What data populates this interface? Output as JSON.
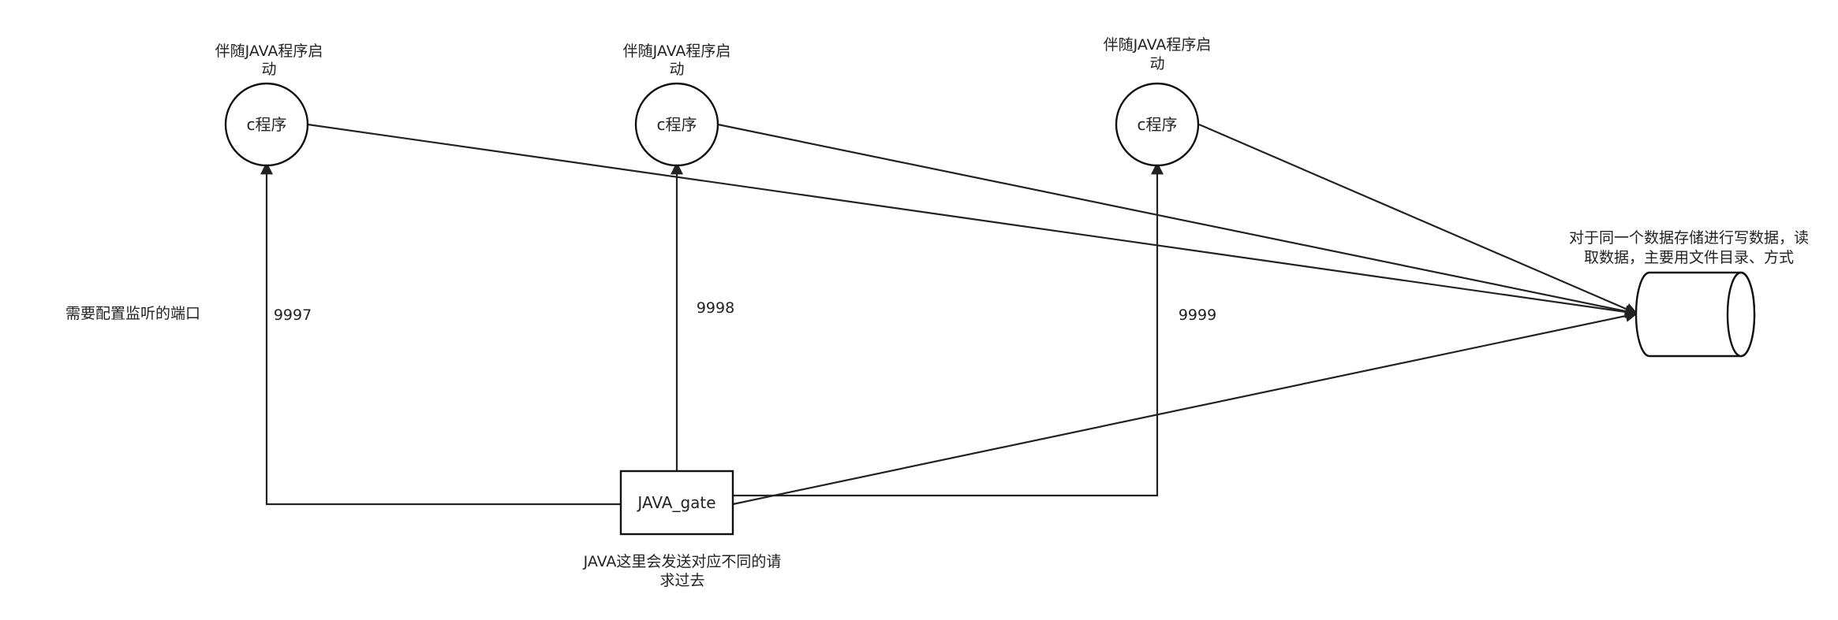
{
  "diagram": {
    "nodes": {
      "c_program_1": {
        "label": "c程序",
        "caption_line1": "伴随JAVA程序启",
        "caption_line2": "动"
      },
      "c_program_2": {
        "label": "c程序",
        "caption_line1": "伴随JAVA程序启",
        "caption_line2": "动"
      },
      "c_program_3": {
        "label": "c程序",
        "caption_line1": "伴随JAVA程序启",
        "caption_line2": "动"
      },
      "java_gate": {
        "label": "JAVA_gate",
        "caption_line1": "JAVA这里会发送对应不同的请",
        "caption_line2": "求过去"
      },
      "storage": {
        "caption_line1": "对于同一个数据存储进行写数据，读",
        "caption_line2": "取数据，主要用文件目录、方式"
      }
    },
    "edge_labels": {
      "port_1": "9997",
      "port_2": "9998",
      "port_3": "9999"
    },
    "notes": {
      "port_note": "需要配置监听的端口"
    },
    "colors": {
      "stroke": "#222222",
      "background": "#ffffff"
    }
  }
}
